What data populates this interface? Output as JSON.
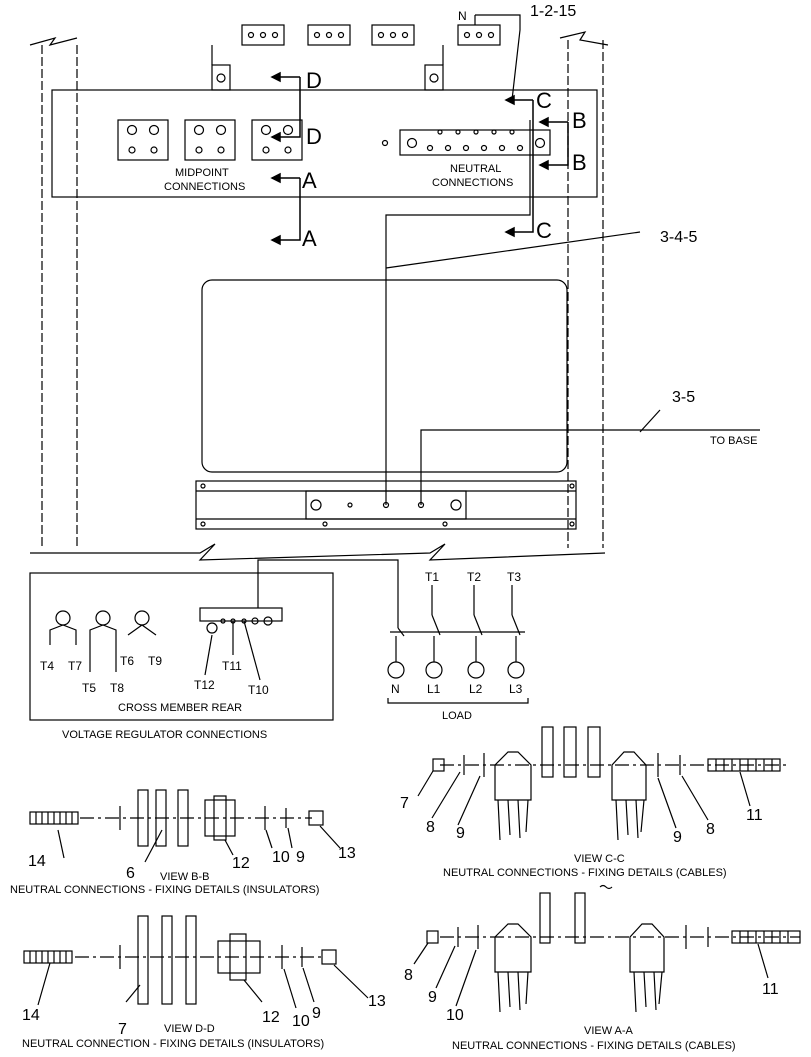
{
  "callouts": {
    "top_ref": "1-2-15",
    "mid_ref": "3-4-5",
    "base_ref": "3-5",
    "to_base": "TO BASE",
    "neutral_terminal": "N"
  },
  "section_marks": {
    "a": "A",
    "b": "B",
    "c": "C",
    "d": "D"
  },
  "panel": {
    "midpoint_line1": "MIDPOINT",
    "midpoint_line2": "CONNECTIONS",
    "neutral_line1": "NEUTRAL",
    "neutral_line2": "CONNECTIONS"
  },
  "regulator": {
    "title": "CROSS MEMBER REAR",
    "caption": "VOLTAGE REGULATOR CONNECTIONS",
    "terminals": [
      "T4",
      "T7",
      "T5",
      "T8",
      "T6",
      "T9",
      "T11",
      "T12",
      "T10"
    ]
  },
  "load": {
    "title": "LOAD",
    "top_terminals": [
      "T1",
      "T2",
      "T3"
    ],
    "lines": [
      "N",
      "L1",
      "L2",
      "L3"
    ]
  },
  "views": {
    "bb": {
      "title": "VIEW B-B",
      "subtitle": "NEUTRAL CONNECTIONS - FIXING DETAILS (INSULATORS)",
      "parts": [
        "14",
        "6",
        "12",
        "10",
        "9",
        "13"
      ]
    },
    "cc": {
      "title": "VIEW C-C",
      "subtitle": "NEUTRAL CONNECTIONS - FIXING DETAILS (CABLES)",
      "parts": [
        "7",
        "8",
        "9",
        "9",
        "8",
        "11"
      ]
    },
    "dd": {
      "title": "VIEW D-D",
      "subtitle": "NEUTRAL CONNECTION - FIXING DETAILS (INSULATORS)",
      "parts": [
        "14",
        "7",
        "12",
        "10",
        "9",
        "13"
      ]
    },
    "aa": {
      "title": "VIEW A-A",
      "subtitle": "NEUTRAL CONNECTIONS - FIXING DETAILS (CABLES)",
      "parts": [
        "8",
        "9",
        "10",
        "11"
      ]
    }
  }
}
